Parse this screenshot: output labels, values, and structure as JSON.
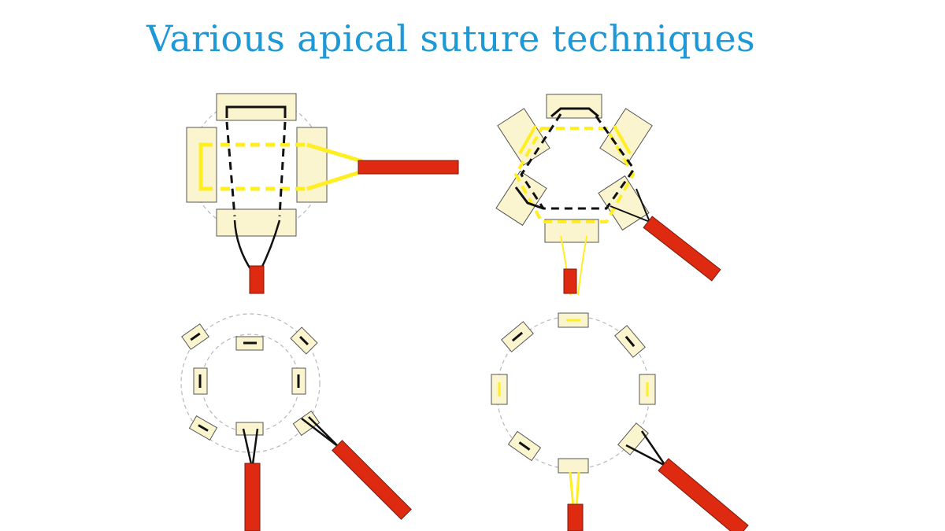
{
  "slide": {
    "title": "Various apical suture techniques",
    "title_color": "#1f98d6"
  },
  "diagrams": [
    {
      "name": "square-pledget-technique"
    },
    {
      "name": "hexagonal-pledget-technique"
    },
    {
      "name": "interrupted-pledget-ring-technique"
    },
    {
      "name": "alternating-interrupted-pledget-ring-technique"
    }
  ],
  "colors": {
    "pledget": "#fbf5cf",
    "black_suture": "#111111",
    "yellow_suture": "#ffee22",
    "cannula": "#dd2a10",
    "ring": "#b8b8b8"
  }
}
